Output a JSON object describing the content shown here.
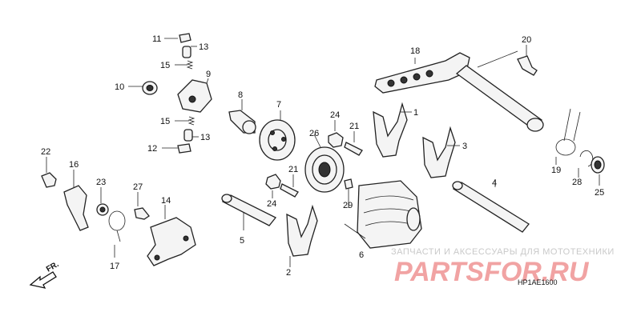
{
  "diagram": {
    "part_numbers": [
      "1",
      "2",
      "3",
      "4",
      "5",
      "6",
      "7",
      "8",
      "9",
      "10",
      "11",
      "12",
      "13",
      "13",
      "14",
      "15",
      "15",
      "16",
      "17",
      "18",
      "19",
      "20",
      "21",
      "21",
      "22",
      "23",
      "24",
      "24",
      "25",
      "26",
      "27",
      "28",
      "29"
    ],
    "drawing_code": "HP1AE1600",
    "front_marker": "FR."
  },
  "watermark": {
    "tagline": "ЗАПЧАСТИ И АКСЕССУАРЫ ДЛЯ МОТОТЕХНИКИ",
    "logo": "PARTSFOR.RU"
  },
  "colors": {
    "ink": "#222222",
    "watermark_logo": "#f1a3a3",
    "watermark_text": "#c9c9c9"
  }
}
